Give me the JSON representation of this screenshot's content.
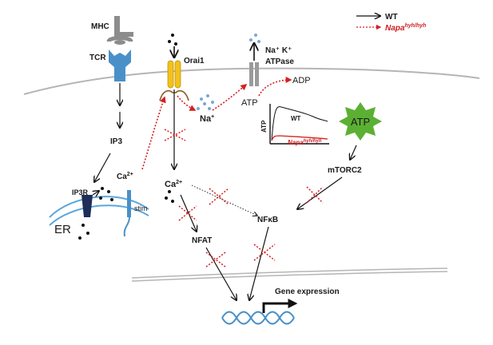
{
  "legend": {
    "wt": "WT",
    "mutant_base": "Napa",
    "mutant_sup": "hyh/hyh",
    "colors": {
      "wt": "#000000",
      "mutant": "#d42020"
    }
  },
  "labels": {
    "mhc": "MHC",
    "tcr": "TCR",
    "orai1": "Orai1",
    "na_k_atpase_line1": "Na⁺ K⁺",
    "na_k_atpase_line2": "ATPase",
    "adp": "ADP",
    "atp": "ATP",
    "na_base": "Na",
    "na_sup": "+",
    "ip3": "IP3",
    "ip3r": "IP3R",
    "ca_er_base": "Ca",
    "ca_er_sup": "2+",
    "ca_cyt_base": "Ca",
    "ca_cyt_sup": "2+",
    "stim": "stim",
    "er": "ER",
    "nfat": "NFAT",
    "nfkb": "NFκB",
    "mtorc2": "mTORC2",
    "atp_star": "ATP",
    "gene_expression": "Gene expression"
  },
  "inset_plot": {
    "ylabel": "ATP",
    "wt_label": "WT",
    "mutant_base": "Napa",
    "mutant_sup": "hyh/hyh"
  },
  "colors": {
    "tcr": "#4a90c8",
    "mhc": "#8c8c8c",
    "orai": "#f2c21a",
    "er_membrane": "#5aa7dc",
    "ip3r": "#1f2d5a",
    "stim": "#4a90c8",
    "atp_star": "#5bb033",
    "ion_dots": "#7aa7d8",
    "dna": "#4a90c8",
    "membrane": "#b5b5b5",
    "mutant_arrow": "#d42020"
  }
}
